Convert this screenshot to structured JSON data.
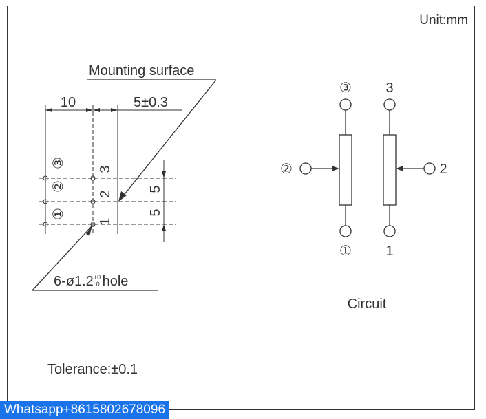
{
  "unit_label": "Unit:mm",
  "mounting_label": "Mounting surface",
  "dims": {
    "width_10": "10",
    "width_5": "5±0.3",
    "pitch_a": "5",
    "pitch_b": "5"
  },
  "hole_label": {
    "prefix": "6-ø1.2",
    "tol_upper": "+0.2",
    "tol_lower": "0",
    "suffix": "hole"
  },
  "pins_left": [
    "③",
    "②",
    "①"
  ],
  "pins_right": [
    "3",
    "2",
    "1"
  ],
  "circuit": {
    "title": "Circuit",
    "left_labels": {
      "top": "③",
      "wiper": "②",
      "bottom": "①"
    },
    "right_labels": {
      "top": "3",
      "wiper": "2",
      "bottom": "1"
    }
  },
  "tolerance_label": "Tolerance:±0.1",
  "watermark": "Whatsapp+8615802678096",
  "colors": {
    "line": "#333333",
    "watermark_bg": "#1a73e8",
    "watermark_text": "#ffffff"
  }
}
